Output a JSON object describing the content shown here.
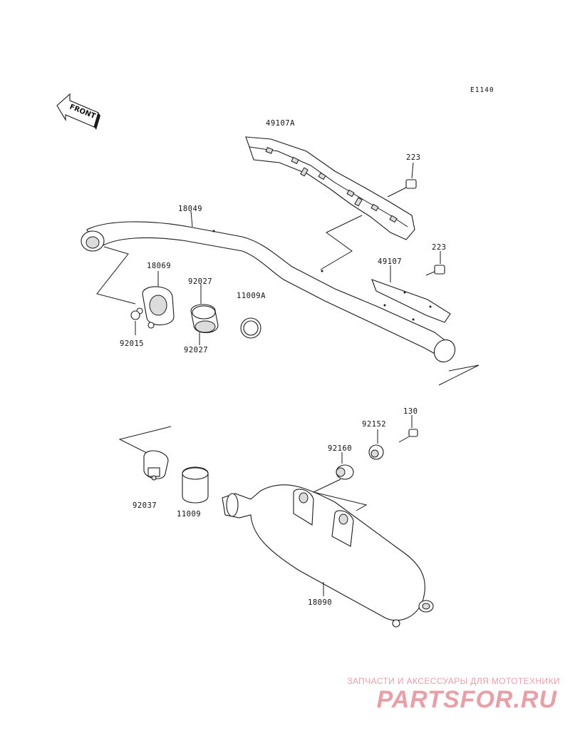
{
  "diagram": {
    "ref_code": "E1140",
    "front_label": "FRONT",
    "parts": [
      {
        "number": "49107A",
        "name": "heat-guard-upper"
      },
      {
        "number": "223",
        "name": "bolt-upper"
      },
      {
        "number": "18049",
        "name": "exhaust-pipe"
      },
      {
        "number": "223",
        "name": "bolt-lower"
      },
      {
        "number": "49107",
        "name": "heat-guard-lower"
      },
      {
        "number": "18069",
        "name": "pipe-holder"
      },
      {
        "number": "92027",
        "name": "collar-top"
      },
      {
        "number": "11009A",
        "name": "gasket-a"
      },
      {
        "number": "92015",
        "name": "nut"
      },
      {
        "number": "92027",
        "name": "collar-bottom"
      },
      {
        "number": "130",
        "name": "flanged-bolt"
      },
      {
        "number": "92152",
        "name": "collar-muffler"
      },
      {
        "number": "92160",
        "name": "damper"
      },
      {
        "number": "92037",
        "name": "clamp"
      },
      {
        "number": "11009",
        "name": "gasket"
      },
      {
        "number": "18090",
        "name": "muffler"
      }
    ]
  },
  "watermark": {
    "tagline": "ЗАПЧАСТИ И АКСЕССУАРЫ ДЛЯ МОТОТЕХНИКИ",
    "logo": "PARTSFOR.RU",
    "color": "#e8a0a8"
  }
}
